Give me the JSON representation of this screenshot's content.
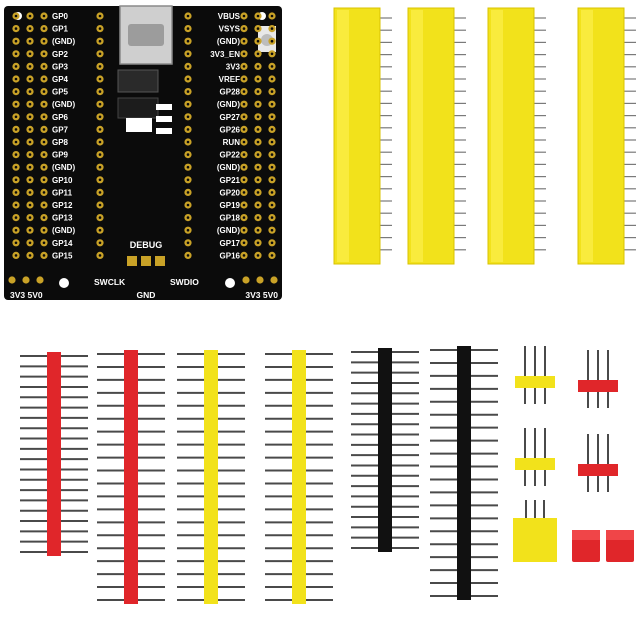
{
  "board": {
    "left_pins": [
      "GP0",
      "GP1",
      "(GND)",
      "GP2",
      "GP3",
      "GP4",
      "GP5",
      "(GND)",
      "GP6",
      "GP7",
      "GP8",
      "GP9",
      "(GND)",
      "GP10",
      "GP11",
      "GP12",
      "GP13",
      "(GND)",
      "GP14",
      "GP15"
    ],
    "right_pins": [
      "VBUS",
      "VSYS",
      "(GND)",
      "3V3_EN",
      "3V3",
      "VREF",
      "GP28",
      "(GND)",
      "GP27",
      "GP26",
      "RUN",
      "GP22",
      "(GND)",
      "GP21",
      "GP20",
      "GP19",
      "GP18",
      "(GND)",
      "GP17",
      "GP16"
    ],
    "debug_label": "DEBUG",
    "swclk_label": "SWCLK",
    "swdio_label": "SWDIO",
    "gnd_label": "GND",
    "left_power_label": "3V3 5V0",
    "right_power_label": "3V3 5V0"
  },
  "colors": {
    "pcb": "#0b0b0b",
    "pad": "#c9a227",
    "silk": "#ffffff",
    "yellow_plastic": "#f2e21b",
    "red_plastic": "#e0262a",
    "black_plastic": "#111111",
    "pin_metal": "#4a4a4a"
  },
  "parts": {
    "female_headers_20pin": {
      "count": 4,
      "color": "yellow"
    },
    "male_headers": [
      {
        "color": "red",
        "pins": 20
      },
      {
        "color": "red",
        "pins": 20
      },
      {
        "color": "yellow",
        "pins": 20
      },
      {
        "color": "yellow",
        "pins": 20
      },
      {
        "color": "black",
        "pins": 20
      },
      {
        "color": "black",
        "pins": 20
      }
    ],
    "small_3pin_headers": [
      {
        "color": "yellow"
      },
      {
        "color": "red"
      },
      {
        "color": "yellow"
      },
      {
        "color": "red"
      }
    ],
    "yellow_3pin_housing": {
      "color": "yellow"
    },
    "jumper_caps": {
      "count": 2,
      "color": "red"
    }
  }
}
